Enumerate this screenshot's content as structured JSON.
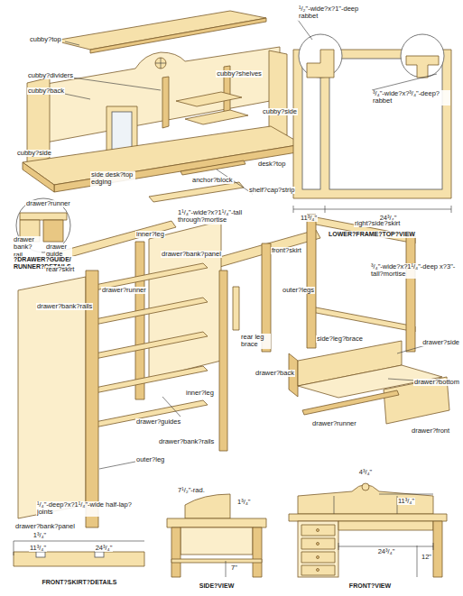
{
  "diagram": {
    "labels": [
      "cubby?top",
      "cubby?dividers",
      "cubby?back",
      "cubby?shelves",
      "cubby?side",
      "cubby?side",
      "side desk?top edging",
      "desk?top",
      "shelf?cap?strip",
      "¹/₂\"-wide?x?1\"-deep rabbet",
      "³/₄\"-wide?x?³/₄\"-deep?rabbet",
      "11³/₄\"",
      "24³/₄\"",
      "LOWER?FRAME?TOP?VIEW",
      "drawer?runner",
      "drawer bank?rail",
      "drawer guide",
      "?DRAWER?GUIDE/ RUNNER?DETAILS",
      "anchor?block",
      "rear?skirt",
      "inner?leg",
      "drawer?bank?panel",
      "drawer?runner",
      "1¹/₄\"-wide?x?1¹/₄\"-tall through?mortise",
      "right?side?skirt",
      "front?skirt",
      "³/₄\"-wide?x?1¹/₄\"-deep x?3\"-tall?mortise",
      "outer?legs",
      "rear leg brace",
      "side?leg?brace",
      "drawer?bank?rails",
      "drawer?side",
      "drawer?bottom",
      "drawer?back",
      "inner?leg",
      "drawer?front",
      "drawer?runner",
      "drawer?guides",
      "drawer?bank?rails",
      "drawer?bank?panel",
      "outer?leg",
      "¹/₄\"-deep?x?1¹/₄\"-wide half-lap?joints",
      "1³/₄\"",
      "11³/₄\"",
      "24³/₄\"",
      "FRONT?SKIRT?DETAILS",
      "7¹/₂\"-rad.",
      "1³/₄\"",
      "7\"",
      "SIDE?VIEW",
      "4³/₄\"",
      "11³/₄\"",
      "24³/₄\"",
      "12\"",
      "FRONT?VIEW"
    ]
  }
}
